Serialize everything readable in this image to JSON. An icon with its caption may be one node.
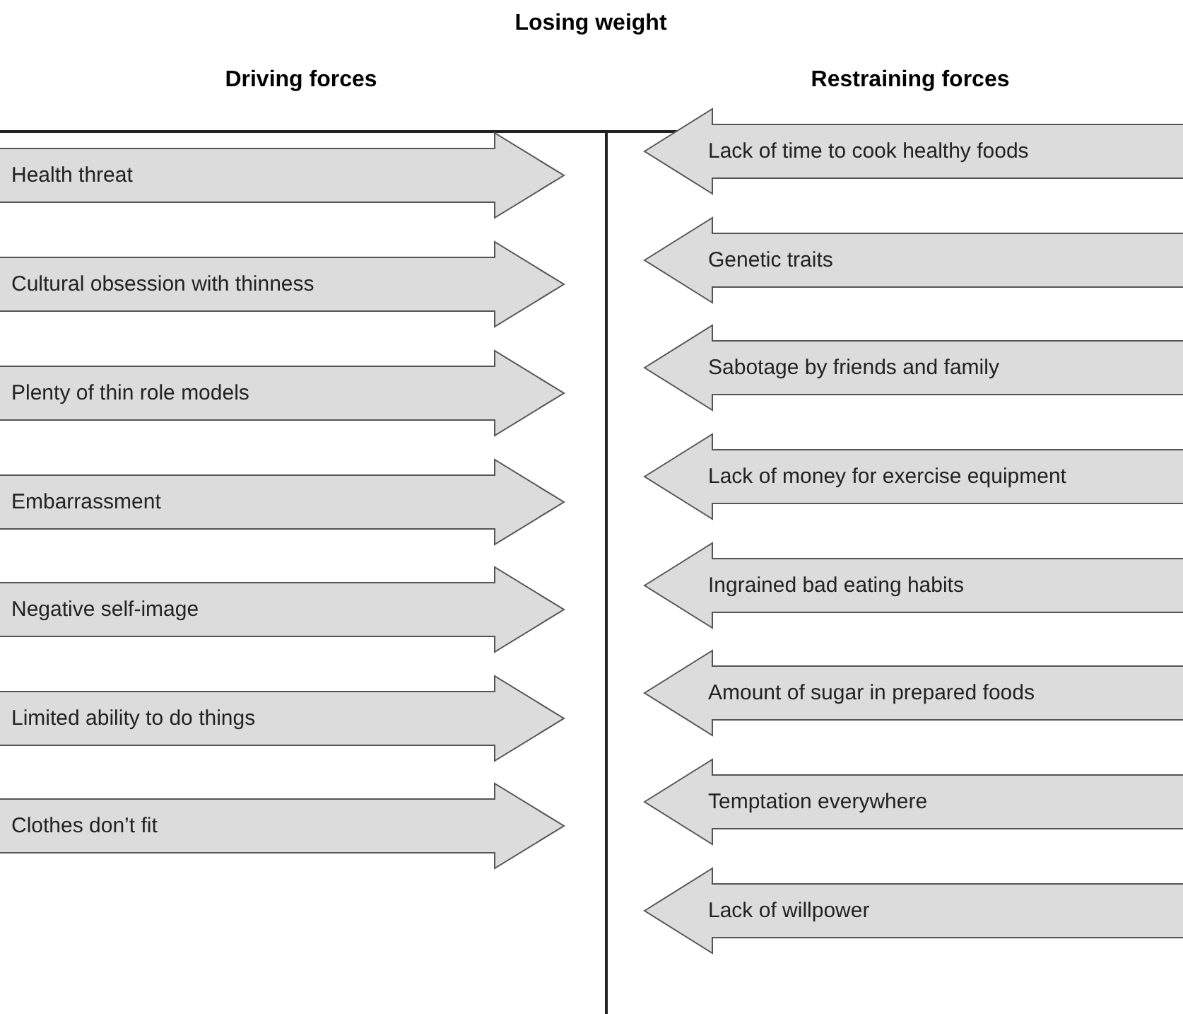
{
  "diagram": {
    "title": "Losing weight",
    "nodes": [
      {
        "text": [
          "Health threat"
        ]
      },
      {
        "text": [
          "Cultural obsession with thinness"
        ]
      },
      {
        "text": [
          "Plenty of thin role models"
        ]
      },
      {
        "text": [
          "Embarrassment"
        ]
      },
      {
        "text": [
          "Negative self-image"
        ]
      },
      {
        "text": [
          "Limited ability to do things"
        ]
      },
      {
        "text": [
          "Clothes don’t fit"
        ]
      },
      {
        "text": [
          "Lack of time to cook healthy foods"
        ]
      },
      {
        "text": [
          "Genetic traits"
        ]
      },
      {
        "text": [
          "Sabotage by friends and family"
        ]
      },
      {
        "text": [
          "Lack of money for exercise equipment"
        ]
      },
      {
        "text": [
          "Ingrained bad eating habits"
        ]
      },
      {
        "text": [
          "Amount of sugar in prepared foods"
        ]
      },
      {
        "text": [
          "Temptation everywhere"
        ]
      },
      {
        "text": [
          "Lack of willpower"
        ]
      }
    ],
    "edges": [],
    "labels": [
      "Driving forces",
      "Restraining forces"
    ]
  }
}
